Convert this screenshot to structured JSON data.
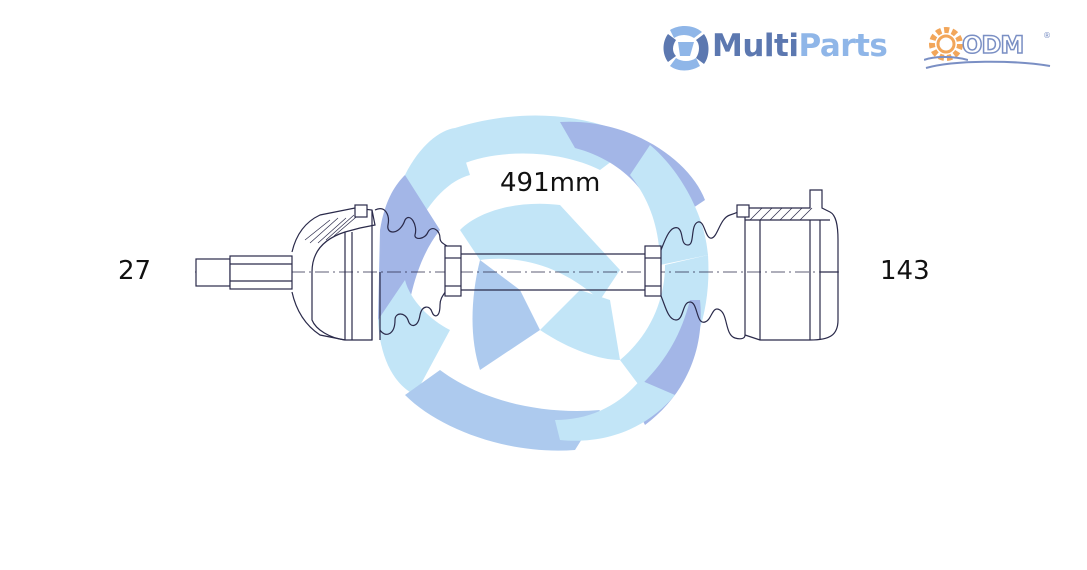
{
  "dimensions": {
    "left_spline": "27",
    "right_spline": "143",
    "length": "491mm"
  },
  "brand": {
    "multi": "Multi",
    "parts": "Parts",
    "odm": "ODM",
    "registered": "®"
  },
  "colors": {
    "watermark_light": "#bfe4f7",
    "watermark_mid": "#a9c8ee",
    "watermark_dark": "#9fb3e6",
    "drawing_stroke": "#2a2a4a",
    "brand_dark": "#5c78b0",
    "brand_light": "#8fb6e8",
    "odm_orange": "#f2a65a"
  },
  "icons": {
    "watermark": "multiparts-watermark-icon",
    "brand_logo": "multiparts-logo-icon",
    "odm_gear": "odm-gear-icon"
  }
}
